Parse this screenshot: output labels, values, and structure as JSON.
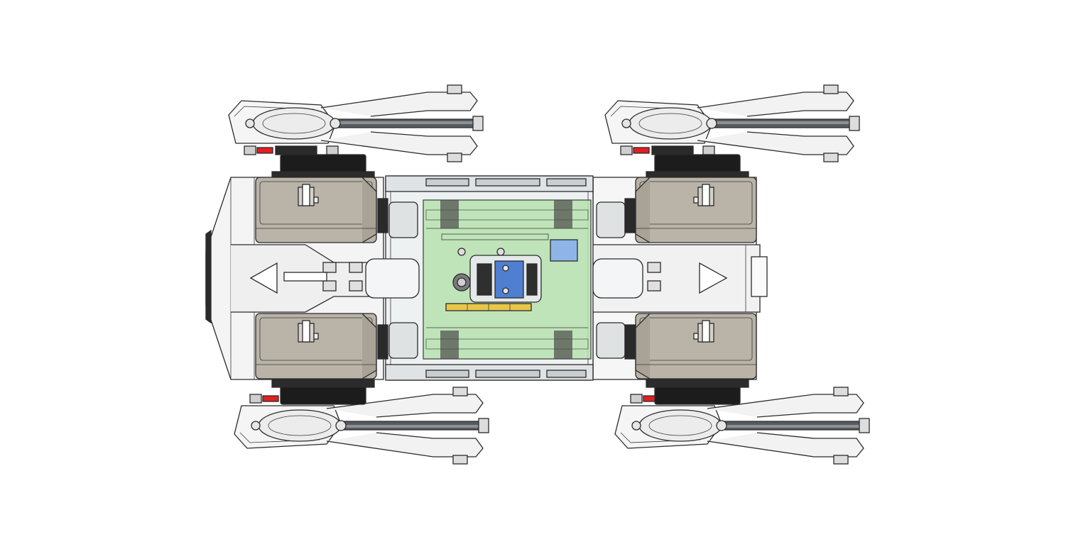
{
  "figure": {
    "subject": "",
    "colors": {
      "background": "#ffffff",
      "outline": "#2b2b2b",
      "servo_tan": "#b9b3a8",
      "servo_tan_light": "#d7d2c9",
      "servo_black": "#1c1c1c",
      "frame_clear": "#eef1f2",
      "frame_grey": "#c9ced1",
      "pcb_green": "#b8e2b0",
      "module_blue": "#4f7fd0",
      "header_yellow": "#e7c64a",
      "accent_red": "#e02020",
      "leg_light": "#f3f3f3",
      "leg_dark": "#555a5e"
    },
    "components": [
      {
        "id": "leg-top-left",
        "icon": "leg-assembly-icon"
      },
      {
        "id": "leg-top-right",
        "icon": "leg-assembly-icon"
      },
      {
        "id": "leg-bottom-left",
        "icon": "leg-assembly-icon"
      },
      {
        "id": "leg-bottom-right",
        "icon": "leg-assembly-icon"
      },
      {
        "id": "servo-front-top",
        "icon": "servo-icon"
      },
      {
        "id": "servo-front-bottom",
        "icon": "servo-icon"
      },
      {
        "id": "servo-rear-top",
        "icon": "servo-icon"
      },
      {
        "id": "servo-rear-bottom",
        "icon": "servo-icon"
      },
      {
        "id": "center-frame",
        "icon": "chassis-frame-icon"
      },
      {
        "id": "control-board",
        "icon": "pcb-icon"
      },
      {
        "id": "direction-arrow-left",
        "icon": "triangle-left-icon"
      },
      {
        "id": "direction-arrow-right",
        "icon": "triangle-right-icon"
      }
    ]
  }
}
